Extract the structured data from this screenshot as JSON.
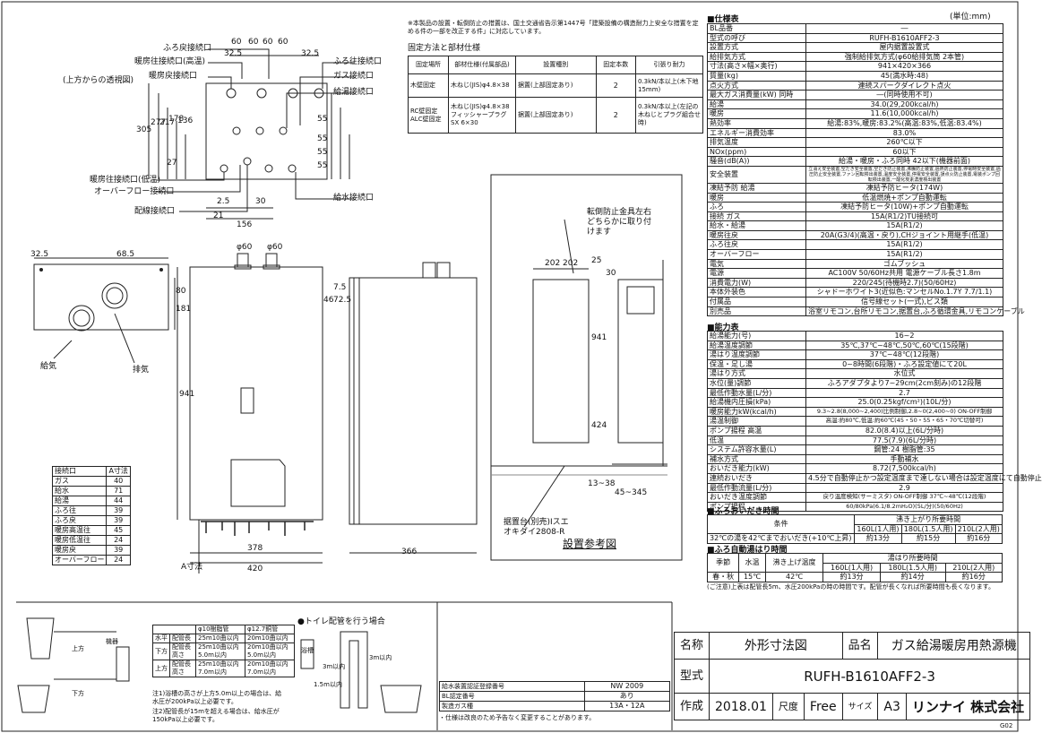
{
  "top_view": {
    "title": "(上方からの透視図)",
    "labels": [
      "ふろ戻接続口",
      "暖房往接続口(高温)",
      "暖房戻接続口",
      "ふろ往接続口",
      "ガス接続口",
      "給湯接続口",
      "暖房往接続口(低温)",
      "オーバーフロー接続口",
      "配線接続口",
      "給水接続口"
    ],
    "dims": [
      "60",
      "60",
      "60",
      "60",
      "32.5",
      "32.5",
      "305",
      "277",
      "217",
      "178",
      "136",
      "55",
      "55",
      "55",
      "55",
      "27",
      "2.5",
      "30",
      "21",
      "156"
    ]
  },
  "front_view": {
    "dims": [
      "32.5",
      "68.5",
      "φ60",
      "φ60",
      "80",
      "181",
      "941",
      "378",
      "420",
      "A寸法",
      "46",
      "72.5",
      "7.5"
    ],
    "labels": [
      "給気",
      "排気"
    ]
  },
  "side_view": {
    "dims": [
      "366"
    ]
  },
  "install_view": {
    "note": "転倒防止金具左右どちらかに取り付けます",
    "dims": [
      "202",
      "202",
      "25",
      "30",
      "941",
      "424",
      "13~38",
      "45~345"
    ],
    "stand": "据置台(別売)Iスエオキダイ2808-R",
    "caption": "設置参考図"
  },
  "adim_table": {
    "headers": [
      "接続口",
      "A寸法"
    ],
    "rows": [
      [
        "ガス",
        "40"
      ],
      [
        "給水",
        "71"
      ],
      [
        "給湯",
        "44"
      ],
      [
        "ふろ往",
        "39"
      ],
      [
        "ふろ戻",
        "39"
      ],
      [
        "暖房高温往",
        "45"
      ],
      [
        "暖房低温往",
        "24"
      ],
      [
        "暖房戻",
        "39"
      ],
      [
        "オーバーフロー",
        "24"
      ]
    ]
  },
  "notice": "※本製品の設置・転倒防止の措置は、国土交通省告示第1447号「建築設備の構造耐力上安全な措置を定める件の一部を改正する件」に対応しています。",
  "fix_table": {
    "title": "固定方法と部材仕様",
    "headers": [
      "固定場所",
      "部材仕様(付属部品)",
      "設置種別",
      "固定本数",
      "引張り耐力"
    ],
    "rows": [
      [
        "木壁固定",
        "木ねじ(JIS)φ4.8×38",
        "据置(上部固定あり)",
        "2",
        "0.3kN/本以上(木下地15mm)"
      ],
      [
        "RC壁固定 ALC壁固定",
        "木ねじ(JIS)φ4.8×38 フィッシャープラグSX 6×30",
        "据置(上部固定あり)",
        "2",
        "0.3kN/本以上(左記の木ねじとプラグ組合せ時)"
      ]
    ]
  },
  "spec": {
    "title": "■仕様表",
    "unit": "(単位:mm)",
    "rows": [
      [
        "BL品番",
        "―"
      ],
      [
        "型式の呼び",
        "RUFH-B1610AFF2-3"
      ],
      [
        "設置方式",
        "屋内据置設置式"
      ],
      [
        "給排気方式",
        "強制給排気方式(φ60給排気筒 2本管)"
      ],
      [
        "寸法(高さ×幅×奥行)",
        "941×420×366"
      ],
      [
        "質量(kg)",
        "45(満水時:48)"
      ],
      [
        "点火方式",
        "連続スパークダイレクト点火"
      ],
      [
        "最大ガス消費量(kW) 同時",
        "―(同時使用不可)"
      ],
      [
        "給湯",
        "34.0(29,200kcal/h)"
      ],
      [
        "暖房",
        "11.6(10,000kcal/h)"
      ],
      [
        "熱効率",
        "給湯:83%,暖房:83.2%(高温:83%,低温:83.4%)"
      ],
      [
        "エネルギー消費効率",
        "83.0%"
      ],
      [
        "排気温度",
        "260℃以下"
      ],
      [
        "NOx(ppm)",
        "60以下"
      ],
      [
        "騒音(dB(A))",
        "給湯・暖房・ふろ同時 42以下(機器前面)"
      ],
      [
        "安全装置",
        "立消え安全装置,空だき安全装置,空だき防止装置,沸騰防止装置,過熱防止装置,停電時安全装置,過圧防止安全装置,ファン回転検出装置,温度安全装置,停電安全装置,誤点火防止装置,電装ポンプ回転検出装置,一酸化炭素濃度検出装置"
      ],
      [
        "凍結予防 給湯",
        "凍結予防ヒータ(174W)"
      ],
      [
        "暖房",
        "低温燃焼+ポンプ自動運転"
      ],
      [
        "ふろ",
        "凍結予防ヒータ(10W)+ポンプ自動運転"
      ],
      [
        "接続 ガス",
        "15A(R1/2)TU接続可"
      ],
      [
        "給水・給湯",
        "15A(R1/2)"
      ],
      [
        "暖房往戻",
        "20A(G3/4)(高温・戻り),CHジョイント用継手(低温)"
      ],
      [
        "ふろ往戻",
        "15A(R1/2)"
      ],
      [
        "オーバーフロー",
        "15A(R1/2)"
      ],
      [
        "電気",
        "ゴムブッシュ"
      ],
      [
        "電源",
        "AC100V 50/60Hz共用 電源ケーブル長さ1.8m"
      ],
      [
        "消費電力(W)",
        "220/245(待機時2.7)(50/60Hz)"
      ],
      [
        "本体外装色",
        "シャドーホワイト3(近似色:マンセルNo.1.7Y 7.7/1.1)"
      ],
      [
        "付属品",
        "信号線セット(一式),ビス類"
      ],
      [
        "別売品",
        "浴室リモコン,台所リモコン,据置台,ふろ循環金具,リモコンケーブル"
      ]
    ]
  },
  "perf": {
    "title": "■能力表",
    "rows": [
      [
        "給湯能力(号)",
        "16~2"
      ],
      [
        "給湯温度調節",
        "35℃,37℃~48℃,50℃,60℃(15段階)"
      ],
      [
        "湯はり温度調節",
        "37℃~48℃(12段階)"
      ],
      [
        "保温・足し湯",
        "0~8時間(6段階)・ふろ設定値にて20L"
      ],
      [
        "湯はり方式",
        "水位式"
      ],
      [
        "水位(量)調節",
        "ふろアダプタより7~29cm(2cm刻み)の12段階"
      ],
      [
        "最低作動水量(L/分)",
        "2.7"
      ],
      [
        "給湯機内圧損(kPa)",
        "25.0(0.25kgf/cm²)(10L/分)"
      ],
      [
        "暖房能力kW(kcal/h)",
        "9.3~2.8(8,000~2,400)比例制御,2.8~0(2,400~0) ON-OFF制御"
      ],
      [
        "湯温制御",
        "高温:約80℃,低温:約60℃(45・50・55・65・70℃切替可)"
      ],
      [
        "ポンプ揚程 高温",
        "82.0(8.4)以上(6L/分時)"
      ],
      [
        "低温",
        "77.5(7.9)(6L/分時)"
      ],
      [
        "システム許容水量(L)",
        "鋼管:24 樹脂管:35"
      ],
      [
        "補水方式",
        "手動補水"
      ],
      [
        "おいだき能力(kW)",
        "8.72(7,500kcal/h)"
      ],
      [
        "連続おいだき",
        "4.5分で自動停止かつ設定温度まで達しない場合は設定温度にて自動停止"
      ],
      [
        "最低作動流量(L/分)",
        "2.9"
      ],
      [
        "おいだき温度調節",
        "戻り温度検知(サーミスタ) ON-OFF制御 37℃~48℃(12段階)"
      ],
      [
        "ポンプ揚程",
        "60/80kPa(6.1/8.2mH₂O)(5L/分)(50/60Hz)"
      ]
    ]
  },
  "reheat": {
    "title": "■ふろおいだき時間",
    "headers": [
      "条件",
      "沸き上がり所要時間",
      "160L(1人用)",
      "180L(1.5人用)",
      "210L(2人用)"
    ],
    "row": [
      "32℃の湯を42℃までおいだき(+10℃上昇)",
      "約13分",
      "約15分",
      "約16分"
    ]
  },
  "autofill": {
    "title": "■ふろ自動湯はり時間",
    "headers": [
      "季節",
      "水温",
      "沸き上げ温度",
      "湯はり所要時間",
      "160L(1人用)",
      "180L(1.5人用)",
      "210L(2人用)"
    ],
    "row": [
      "春・秋",
      "15℃",
      "42℃",
      "約13分",
      "約14分",
      "約16分"
    ],
    "note": "(ご注意)上表は配管長5m、水圧200kPaの時の時間です。配管が長くなれば所要時間も長くなります。"
  },
  "piping": {
    "title": "●トイレ配管を行う場合",
    "headers": [
      "",
      "φ10樹脂管",
      "φ12.7銅管"
    ],
    "rows": [
      [
        "水平",
        "配管長",
        "25m10曲以内",
        "20m10曲以内"
      ],
      [
        "下方",
        "配管長 高さ",
        "25m10曲以内 5.0m以内",
        "20m10曲以内 5.0m以内"
      ],
      [
        "上方",
        "配管長 高さ",
        "25m10曲以内 7.0m以内",
        "20m10曲以内 7.0m以内"
      ]
    ],
    "notes": [
      "注1)浴槽の高さが上方5.0m以上の場合は、給水圧が200kPa以上必要です。",
      "注2)配管長が15mを超える場合は、給水圧が150kPa以上必要です。"
    ],
    "labels": [
      "上方",
      "下方",
      "機器",
      "3m以内",
      "1.5m以内",
      "3m以内",
      "浴槽"
    ]
  },
  "cert": {
    "rows": [
      [
        "給水装置認証登録番号",
        "NW 2009"
      ],
      [
        "BL認定番号",
        "あり"
      ],
      [
        "製造ガス種",
        "13A・12A"
      ]
    ],
    "note": "・仕様は改良のため予告なく変更することがあります。"
  },
  "title_block": {
    "name_k": "名称",
    "name": "外形寸法図",
    "pname_k": "品名",
    "pname": "ガス給湯暖房用熱源機",
    "model_k": "型式",
    "model": "RUFH-B1610AFF2-3",
    "made_k": "作成",
    "date": "2018.01",
    "scale_k": "尺度",
    "scale": "Free",
    "size_k": "サイズ",
    "size": "A3",
    "company": "リンナイ 株式会社",
    "sheet": "G02"
  }
}
